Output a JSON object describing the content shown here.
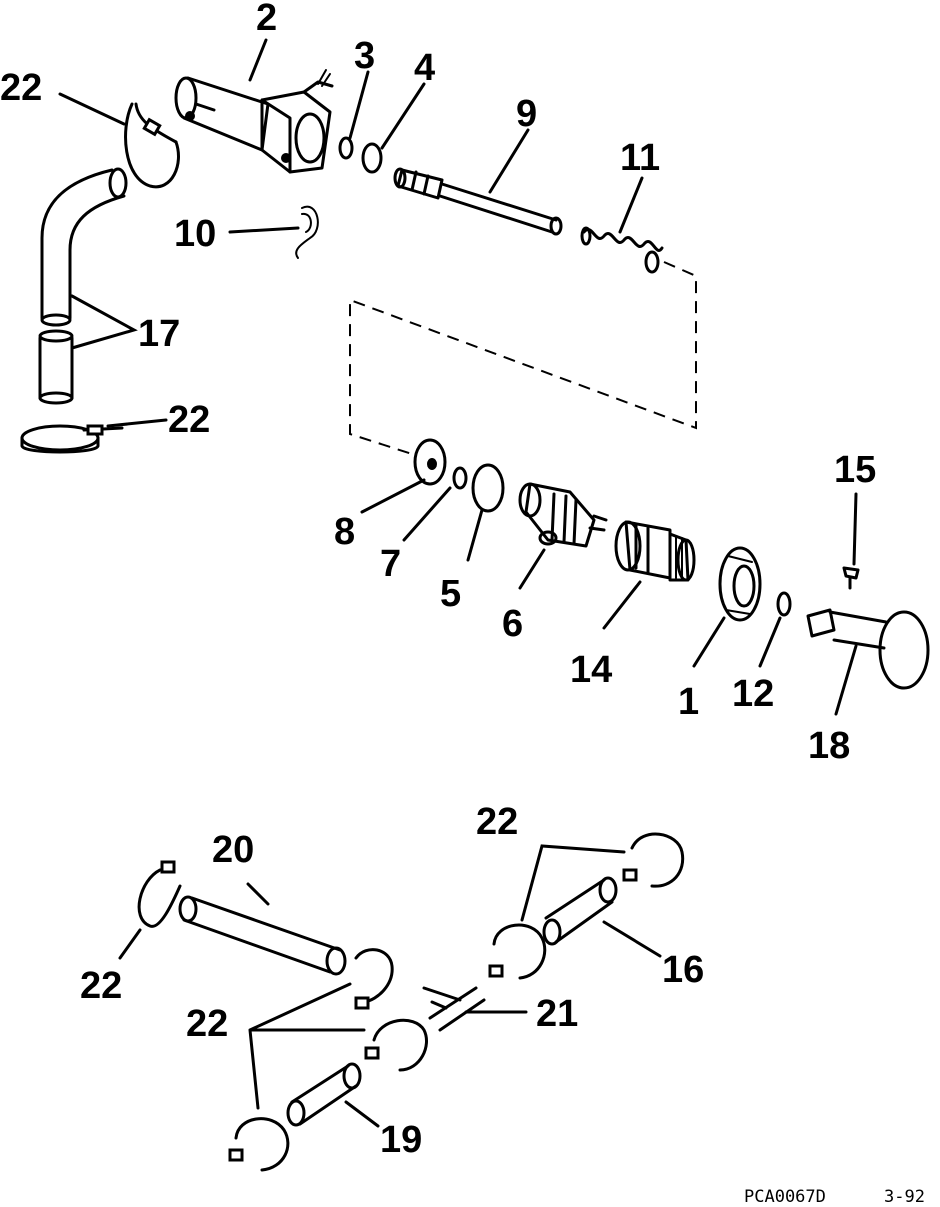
{
  "callouts": {
    "c2": "2",
    "c3": "3",
    "c4": "4",
    "c22_a": "22",
    "c9": "9",
    "c11": "11",
    "c10": "10",
    "c17": "17",
    "c22_b": "22",
    "c15": "15",
    "c8": "8",
    "c7": "7",
    "c5": "5",
    "c6": "6",
    "c14": "14",
    "c1": "1",
    "c12": "12",
    "c18": "18",
    "c22_c": "22",
    "c20": "20",
    "c16": "16",
    "c22_d": "22",
    "c21": "21",
    "c22_e": "22",
    "c19": "19"
  },
  "footer": {
    "code": "PCA0067D",
    "page": "3-92"
  }
}
